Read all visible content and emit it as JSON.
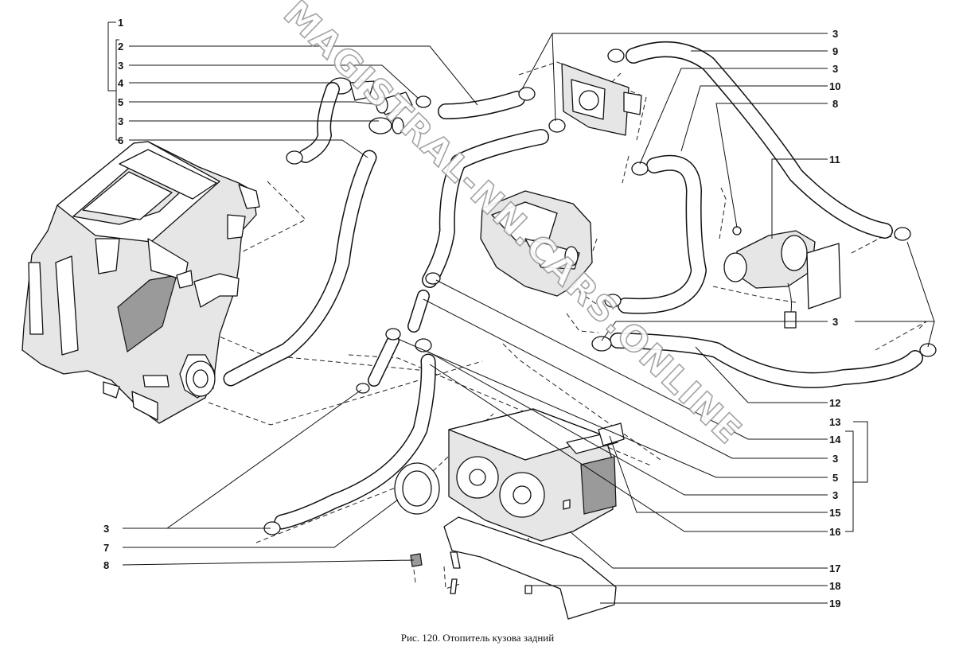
{
  "caption": "Рис. 120. Отопитель кузова задний",
  "watermark": "MAGISTRAL-NN.CARS.ONLINE",
  "callouts_left": [
    "1",
    "2",
    "3",
    "4",
    "5",
    "3",
    "6",
    "3",
    "7",
    "8"
  ],
  "callouts_right": [
    "3",
    "9",
    "3",
    "10",
    "8",
    "11",
    "3",
    "12",
    "13",
    "14",
    "3",
    "5",
    "3",
    "15",
    "16",
    "17",
    "18",
    "19"
  ]
}
